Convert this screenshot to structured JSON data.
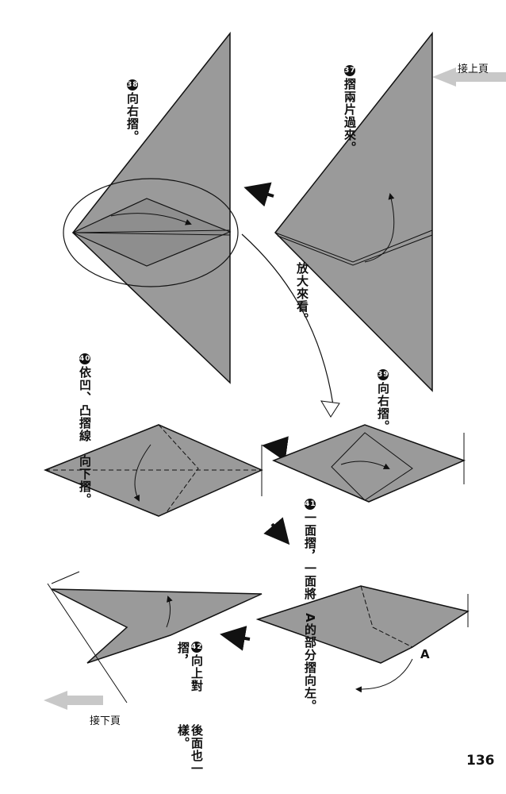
{
  "nav": {
    "prev_page": "接上頁",
    "next_page": "接下頁"
  },
  "page_number": "136",
  "colors": {
    "paper_gray": "#9a9a9a",
    "arrow_gray": "#c8c8c8",
    "ink": "#111111"
  },
  "steps": [
    {
      "number": "37",
      "text": "摺兩片過來。"
    },
    {
      "number": "38",
      "text": "向右摺。"
    },
    {
      "number": "39",
      "text": "向右摺。"
    },
    {
      "number": "40",
      "text": "依凹、凸摺線向下摺。",
      "lines": [
        "依凹、凸摺線",
        "向下摺。"
      ]
    },
    {
      "number": "41",
      "text": "一面摺，一面將A的部分摺向左。",
      "lines": [
        "一面摺，一面將",
        "A的部分摺向左。"
      ]
    },
    {
      "number": "42",
      "text": "向上對摺，後面也一樣。",
      "lines": [
        "向上對摺，",
        "後面也一樣。"
      ]
    }
  ],
  "zoom_note": "放大來看。",
  "point_label": "A"
}
